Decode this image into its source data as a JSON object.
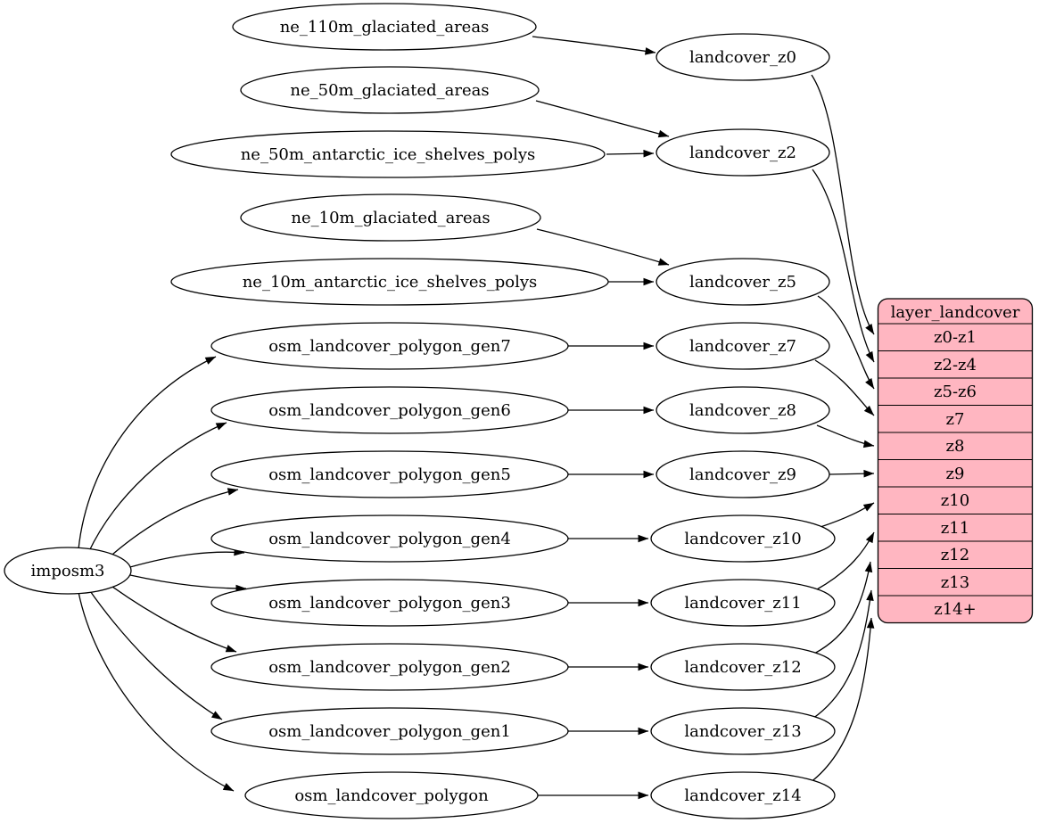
{
  "nodes": {
    "imposm3": {
      "label": "imposm3"
    },
    "ne_110m_glaciated_areas": {
      "label": "ne_110m_glaciated_areas"
    },
    "ne_50m_glaciated_areas": {
      "label": "ne_50m_glaciated_areas"
    },
    "ne_50m_antarctic_ice_shelves_polys": {
      "label": "ne_50m_antarctic_ice_shelves_polys"
    },
    "ne_10m_glaciated_areas": {
      "label": "ne_10m_glaciated_areas"
    },
    "ne_10m_antarctic_ice_shelves_polys": {
      "label": "ne_10m_antarctic_ice_shelves_polys"
    },
    "osm_landcover_polygon_gen7": {
      "label": "osm_landcover_polygon_gen7"
    },
    "osm_landcover_polygon_gen6": {
      "label": "osm_landcover_polygon_gen6"
    },
    "osm_landcover_polygon_gen5": {
      "label": "osm_landcover_polygon_gen5"
    },
    "osm_landcover_polygon_gen4": {
      "label": "osm_landcover_polygon_gen4"
    },
    "osm_landcover_polygon_gen3": {
      "label": "osm_landcover_polygon_gen3"
    },
    "osm_landcover_polygon_gen2": {
      "label": "osm_landcover_polygon_gen2"
    },
    "osm_landcover_polygon_gen1": {
      "label": "osm_landcover_polygon_gen1"
    },
    "osm_landcover_polygon": {
      "label": "osm_landcover_polygon"
    },
    "landcover_z0": {
      "label": "landcover_z0"
    },
    "landcover_z2": {
      "label": "landcover_z2"
    },
    "landcover_z5": {
      "label": "landcover_z5"
    },
    "landcover_z7": {
      "label": "landcover_z7"
    },
    "landcover_z8": {
      "label": "landcover_z8"
    },
    "landcover_z9": {
      "label": "landcover_z9"
    },
    "landcover_z10": {
      "label": "landcover_z10"
    },
    "landcover_z11": {
      "label": "landcover_z11"
    },
    "landcover_z12": {
      "label": "landcover_z12"
    },
    "landcover_z13": {
      "label": "landcover_z13"
    },
    "landcover_z14": {
      "label": "landcover_z14"
    }
  },
  "table": {
    "title": "layer_landcover",
    "rows": [
      "z0-z1",
      "z2-z4",
      "z5-z6",
      "z7",
      "z8",
      "z9",
      "z10",
      "z11",
      "z12",
      "z13",
      "z14+"
    ]
  },
  "edges": [
    {
      "from": "imposm3",
      "to": "osm_landcover_polygon_gen7"
    },
    {
      "from": "imposm3",
      "to": "osm_landcover_polygon_gen6"
    },
    {
      "from": "imposm3",
      "to": "osm_landcover_polygon_gen5"
    },
    {
      "from": "imposm3",
      "to": "osm_landcover_polygon_gen4"
    },
    {
      "from": "imposm3",
      "to": "osm_landcover_polygon_gen3"
    },
    {
      "from": "imposm3",
      "to": "osm_landcover_polygon_gen2"
    },
    {
      "from": "imposm3",
      "to": "osm_landcover_polygon_gen1"
    },
    {
      "from": "imposm3",
      "to": "osm_landcover_polygon"
    },
    {
      "from": "ne_110m_glaciated_areas",
      "to": "landcover_z0"
    },
    {
      "from": "ne_50m_glaciated_areas",
      "to": "landcover_z2"
    },
    {
      "from": "ne_50m_antarctic_ice_shelves_polys",
      "to": "landcover_z2"
    },
    {
      "from": "ne_10m_glaciated_areas",
      "to": "landcover_z5"
    },
    {
      "from": "ne_10m_antarctic_ice_shelves_polys",
      "to": "landcover_z5"
    },
    {
      "from": "osm_landcover_polygon_gen7",
      "to": "landcover_z7"
    },
    {
      "from": "osm_landcover_polygon_gen6",
      "to": "landcover_z8"
    },
    {
      "from": "osm_landcover_polygon_gen5",
      "to": "landcover_z9"
    },
    {
      "from": "osm_landcover_polygon_gen4",
      "to": "landcover_z10"
    },
    {
      "from": "osm_landcover_polygon_gen3",
      "to": "landcover_z11"
    },
    {
      "from": "osm_landcover_polygon_gen2",
      "to": "landcover_z12"
    },
    {
      "from": "osm_landcover_polygon_gen1",
      "to": "landcover_z13"
    },
    {
      "from": "osm_landcover_polygon",
      "to": "landcover_z14"
    },
    {
      "from": "landcover_z0",
      "to": "layer_landcover.z0-z1"
    },
    {
      "from": "landcover_z2",
      "to": "layer_landcover.z2-z4"
    },
    {
      "from": "landcover_z5",
      "to": "layer_landcover.z5-z6"
    },
    {
      "from": "landcover_z7",
      "to": "layer_landcover.z7"
    },
    {
      "from": "landcover_z8",
      "to": "layer_landcover.z8"
    },
    {
      "from": "landcover_z9",
      "to": "layer_landcover.z9"
    },
    {
      "from": "landcover_z10",
      "to": "layer_landcover.z10"
    },
    {
      "from": "landcover_z11",
      "to": "layer_landcover.z11"
    },
    {
      "from": "landcover_z12",
      "to": "layer_landcover.z12"
    },
    {
      "from": "landcover_z13",
      "to": "layer_landcover.z13"
    },
    {
      "from": "landcover_z14",
      "to": "layer_landcover.z14+"
    }
  ],
  "colors": {
    "table_fill": "#FFB6C1",
    "node_fill": "#ffffff",
    "stroke": "#000000",
    "background": "#ffffff"
  }
}
